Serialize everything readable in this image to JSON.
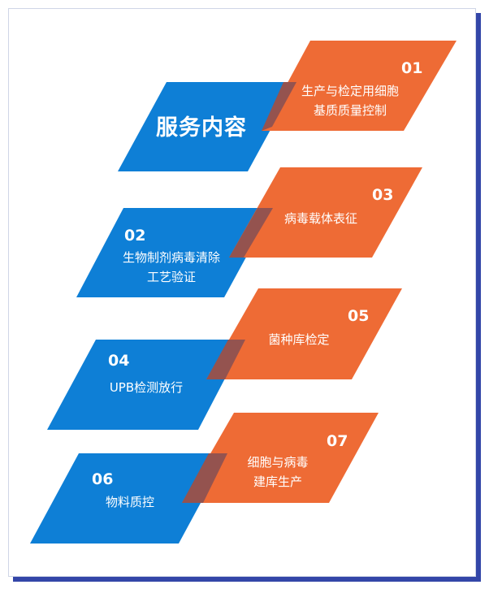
{
  "colors": {
    "blue": "#0e7fd6",
    "orange": "#ee6b35",
    "overlap": "#94534f",
    "shadow": "#3346a8"
  },
  "title": "服务内容",
  "items": [
    {
      "num": "01",
      "line1": "生产与检定用细胞",
      "line2": "基质质量控制",
      "color": "orange"
    },
    {
      "num": "02",
      "line1": "生物制剂病毒清除",
      "line2": "工艺验证",
      "color": "blue"
    },
    {
      "num": "03",
      "line1": "病毒载体表征",
      "line2": "",
      "color": "orange"
    },
    {
      "num": "04",
      "line1": "UPB检测放行",
      "line2": "",
      "color": "blue"
    },
    {
      "num": "05",
      "line1": "菌种库检定",
      "line2": "",
      "color": "orange"
    },
    {
      "num": "06",
      "line1": "物料质控",
      "line2": "",
      "color": "blue"
    },
    {
      "num": "07",
      "line1": "细胞与病毒",
      "line2": "建库生产",
      "color": "orange"
    }
  ]
}
